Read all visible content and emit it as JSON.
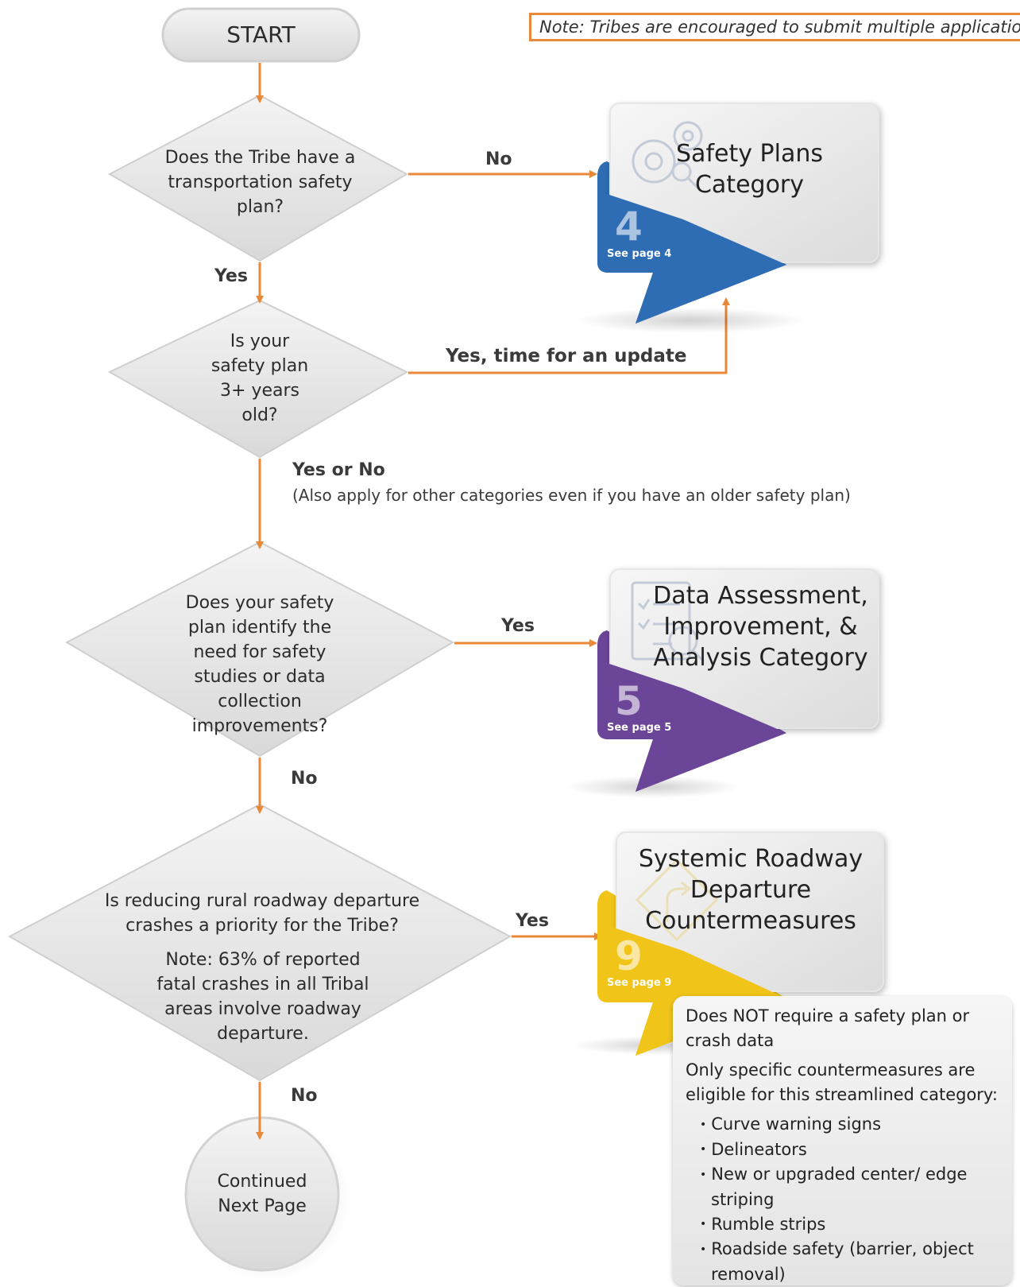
{
  "start_label": "START",
  "note": "Note: Tribes are encouraged to submit multiple applications.",
  "q1": {
    "text": "Does the Tribe have a transportation safety plan?"
  },
  "q2": {
    "text": "Is your safety plan 3+ years old?"
  },
  "q3": {
    "text": "Does your safety plan identify the need for safety studies or data collection improvements?"
  },
  "q4": {
    "text": "Is reducing rural roadway departure crashes a priority for the Tribe?",
    "note": "Note: 63% of reported fatal crashes in all Tribal areas involve roadway departure."
  },
  "edges": {
    "q1_no": "No",
    "q1_yes": "Yes",
    "q2_yes_update": "Yes, time for an update",
    "q2_yes_or_no": "Yes or No",
    "q2_also_apply": "(Also apply for other categories even if you have an older safety plan)",
    "q3_yes": "Yes",
    "q3_no": "No",
    "q4_yes": "Yes",
    "q4_no": "No"
  },
  "categories": [
    {
      "title": "Safety Plans Category",
      "number": "4",
      "see_page": "See page 4",
      "color": "#2e6db4",
      "icon": "gears-icon"
    },
    {
      "title": "Data Assessment, Improvement, & Analysis Category",
      "number": "5",
      "see_page": "See page 5",
      "color": "#6b4597",
      "icon": "checklist-icon"
    },
    {
      "title": "Systemic Roadway Departure Countermeasures",
      "number": "9",
      "see_page": "See page 9",
      "color": "#f0c419",
      "icon": "curve-sign-icon"
    }
  ],
  "requirements": {
    "line1": "Does NOT require a safety plan or crash data",
    "line2": "Only specific countermeasures are eligible for this streamlined category:",
    "items": [
      "Curve warning signs",
      "Delineators",
      "New or upgraded center/ edge striping",
      "Rumble strips",
      "Roadside safety (barrier, object removal)"
    ]
  },
  "end_label": "Continued Next Page",
  "colors": {
    "arrow": "#e8893a",
    "diamond": "#e6e6e6",
    "label": "#3a3a3a"
  }
}
